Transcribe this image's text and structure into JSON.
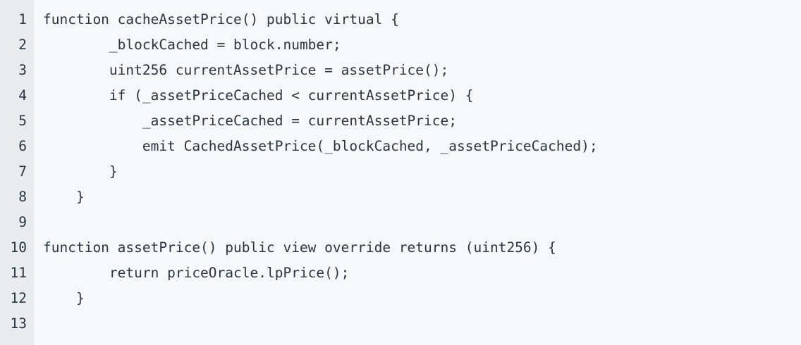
{
  "editor": {
    "line_numbers": [
      "1",
      "2",
      "3",
      "4",
      "5",
      "6",
      "7",
      "8",
      "9",
      "10",
      "11",
      "12",
      "13"
    ],
    "lines": [
      "function cacheAssetPrice() public virtual {",
      "        _blockCached = block.number;",
      "        uint256 currentAssetPrice = assetPrice();",
      "        if (_assetPriceCached < currentAssetPrice) {",
      "            _assetPriceCached = currentAssetPrice;",
      "            emit CachedAssetPrice(_blockCached, _assetPriceCached);",
      "        }",
      "    }",
      "",
      "function assetPrice() public view override returns (uint256) {",
      "        return priceOracle.lpPrice();",
      "    }",
      ""
    ]
  }
}
